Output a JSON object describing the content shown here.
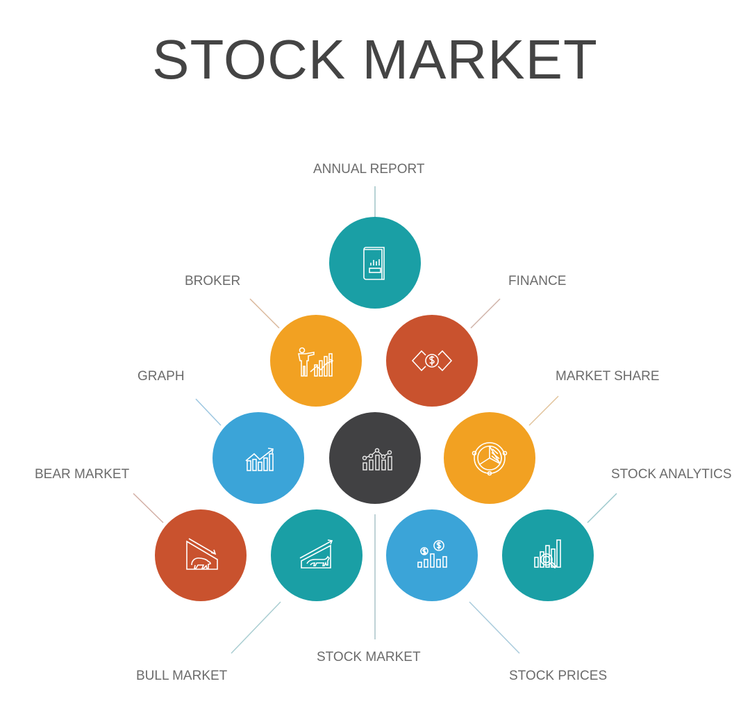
{
  "title": "STOCK MARKET",
  "colors": {
    "teal": "#1a9fa5",
    "orange": "#f2a122",
    "red": "#c9522e",
    "blue": "#3ba4d8",
    "dark": "#414143",
    "title_text": "#444444",
    "label_text": "#6b6b6b"
  },
  "nodes": [
    {
      "id": "annual-report",
      "label": "ANNUAL REPORT",
      "icon": "book-chart-icon",
      "color": "#1a9fa5"
    },
    {
      "id": "broker",
      "label": "BROKER",
      "icon": "presenter-chart-icon",
      "color": "#f2a122"
    },
    {
      "id": "finance",
      "label": "FINANCE",
      "icon": "dollar-exchange-icon",
      "color": "#c9522e"
    },
    {
      "id": "graph",
      "label": "GRAPH",
      "icon": "growth-chart-icon",
      "color": "#3ba4d8"
    },
    {
      "id": "stock-market",
      "label": "STOCK MARKET",
      "icon": "bar-line-chart-icon",
      "color": "#414143"
    },
    {
      "id": "market-share",
      "label": "MARKET SHARE",
      "icon": "pie-chart-icon",
      "color": "#f2a122"
    },
    {
      "id": "bear-market",
      "label": "BEAR MARKET",
      "icon": "bear-down-icon",
      "color": "#c9522e"
    },
    {
      "id": "bull-market",
      "label": "BULL MARKET",
      "icon": "bull-up-icon",
      "color": "#1a9fa5"
    },
    {
      "id": "stock-prices",
      "label": "STOCK PRICES",
      "icon": "dollar-bars-icon",
      "color": "#3ba4d8"
    },
    {
      "id": "stock-analytics",
      "label": "STOCK ANALYTICS",
      "icon": "magnify-bars-icon",
      "color": "#1a9fa5"
    }
  ]
}
